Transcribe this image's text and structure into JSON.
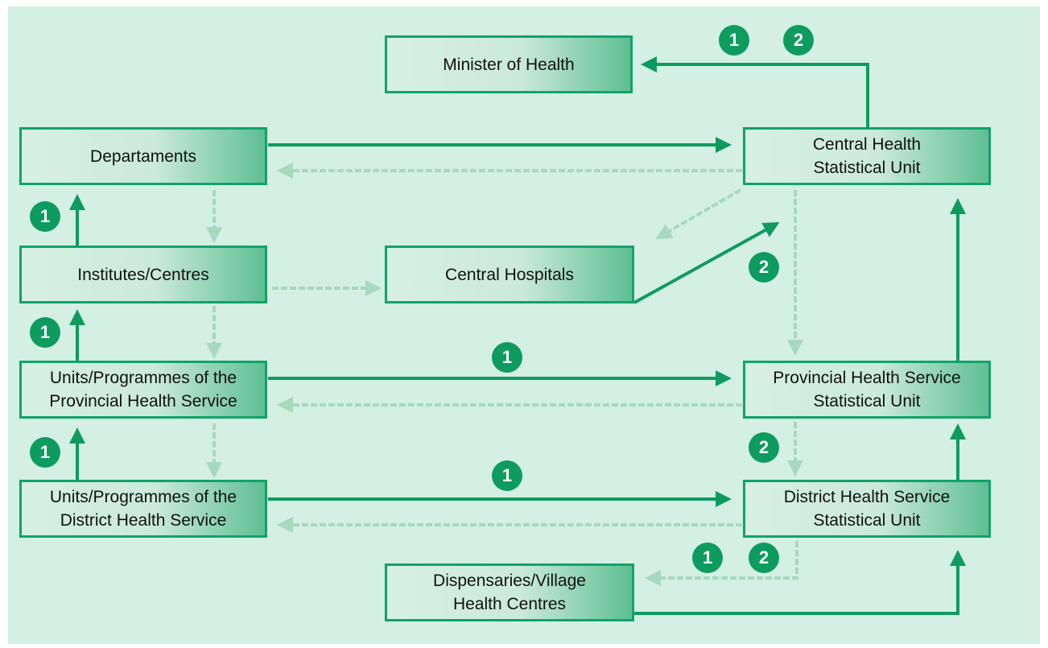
{
  "colors": {
    "background": "#d4efe3",
    "reporting_flow": "#0e9b5f",
    "feedback_flow": "#a7d8c0",
    "box_border": "#10a36a"
  },
  "nodes": {
    "minister": "Minister of Health",
    "departments": "Departaments",
    "central_unit": "Central Health\nStatistical Unit",
    "institutes": "Institutes/Centres",
    "central_hospitals": "Central Hospitals",
    "provincial_programmes": "Units/Programmes of the\nProvincial Health Service",
    "provincial_unit": "Provincial Health Service\nStatistical Unit",
    "district_programmes": "Units/Programmes of the\nDistrict  Health  Service",
    "district_unit": "District Health Service\nStatistical Unit",
    "dispensaries": "Dispensaries/Village\nHealth Centres"
  },
  "badges": {
    "top_one": "1",
    "top_two": "2",
    "institutes_to_departments": "1",
    "provincial_to_institutes": "1",
    "district_to_provincial": "1",
    "provincial_programmes_to_unit": "1",
    "district_programmes_to_unit": "1",
    "hospitals_to_central": "2",
    "provincial_to_district": "2",
    "district_to_dispensaries_one": "1",
    "district_to_dispensaries_two": "2"
  }
}
